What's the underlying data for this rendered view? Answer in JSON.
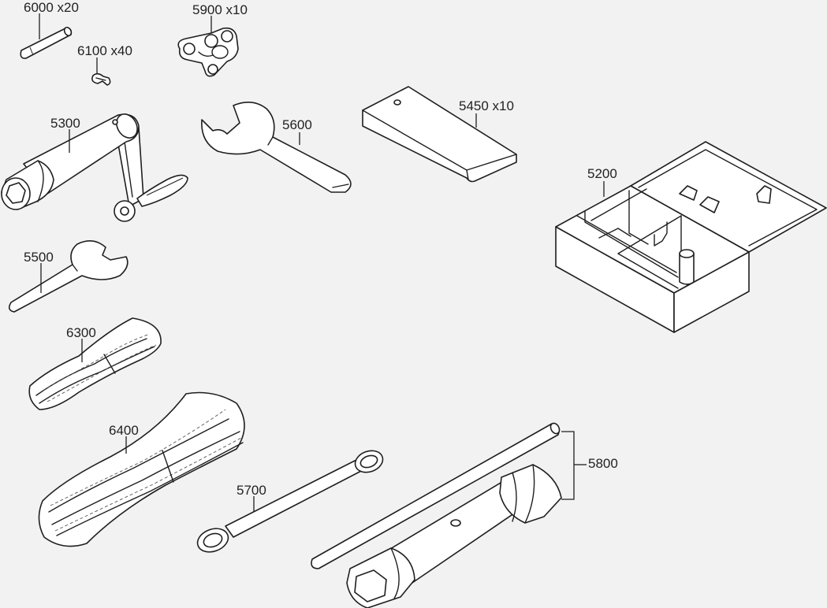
{
  "background": "#f2f2f2",
  "line_color": "#1f1f1f",
  "callouts": {
    "c6000": "6000 x20",
    "c5900": "5900 x10",
    "c6100": "6100 x40",
    "c5300": "5300",
    "c5600": "5600",
    "c5450": "5450 x10",
    "c5200": "5200",
    "c5500": "5500",
    "c6300": "6300",
    "c6400": "6400",
    "c5700": "5700",
    "c5800": "5800"
  }
}
